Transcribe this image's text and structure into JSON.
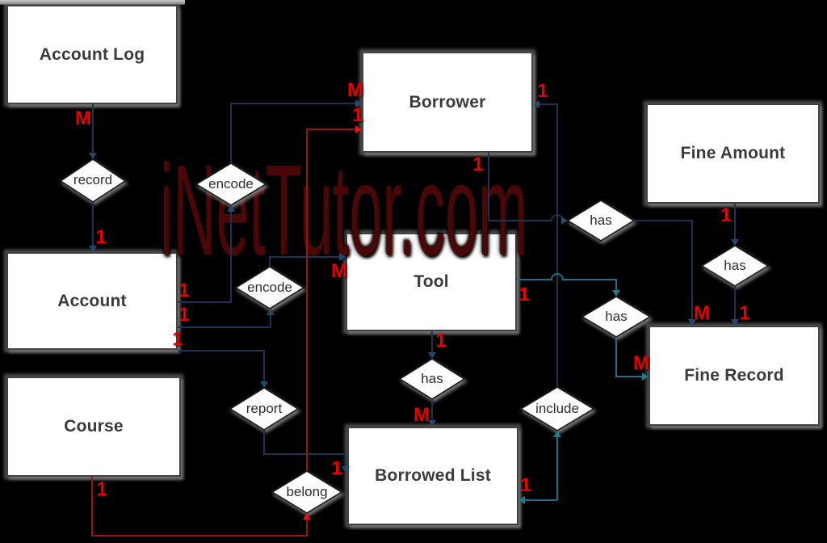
{
  "diagram": {
    "kind": "entity-relationship-diagram",
    "watermark_text": "iNetTutor.com"
  },
  "entities": [
    {
      "id": "account-log",
      "name": "Account Log"
    },
    {
      "id": "borrower",
      "name": "Borrower"
    },
    {
      "id": "fine-amount",
      "name": "Fine Amount"
    },
    {
      "id": "account",
      "name": "Account"
    },
    {
      "id": "tool",
      "name": "Tool"
    },
    {
      "id": "course",
      "name": "Course"
    },
    {
      "id": "borrowed-list",
      "name": "Borrowed List"
    },
    {
      "id": "fine-record",
      "name": "Fine Record"
    }
  ],
  "relationships": [
    {
      "label": "record",
      "from": "Account Log",
      "to": "Account",
      "from_card": "M",
      "to_card": "1"
    },
    {
      "label": "encode",
      "from": "Account",
      "to": "Borrower",
      "from_card": "1",
      "to_card": "M"
    },
    {
      "label": "encode",
      "from": "Account",
      "to": "Tool",
      "from_card": "1",
      "to_card": "M"
    },
    {
      "label": "report",
      "from": "Account",
      "to": "Borrowed List",
      "from_card": "1",
      "to_card": "1"
    },
    {
      "label": "belong",
      "from": "Course",
      "to": "Borrower",
      "from_card": "1",
      "to_card": "1"
    },
    {
      "label": "has",
      "from": "Tool",
      "to": "Borrowed List",
      "from_card": "1",
      "to_card": "M"
    },
    {
      "label": "include",
      "from": "Borrowed List",
      "to": "Borrower",
      "from_card": "1",
      "to_card": "1"
    },
    {
      "label": "has",
      "from": "Borrower",
      "to": "Fine Record",
      "from_card": "1",
      "to_card": "M"
    },
    {
      "label": "has",
      "from": "Fine Amount",
      "to": "Fine Record",
      "from_card": "1",
      "to_card": "1"
    },
    {
      "label": "has",
      "from": "Tool",
      "to": "Fine Record",
      "from_card": "1",
      "to_card": "M"
    }
  ],
  "colors": {
    "background": "#000000",
    "entity_fill": "#ffffff",
    "entity_border": "#414141",
    "connector_navy": "#1d3352",
    "connector_teal": "#1a7188",
    "connector_red": "#9b1113",
    "arrow_red": "#e31313",
    "cardinality_red": "#e80000",
    "watermark": "#4a0707"
  }
}
